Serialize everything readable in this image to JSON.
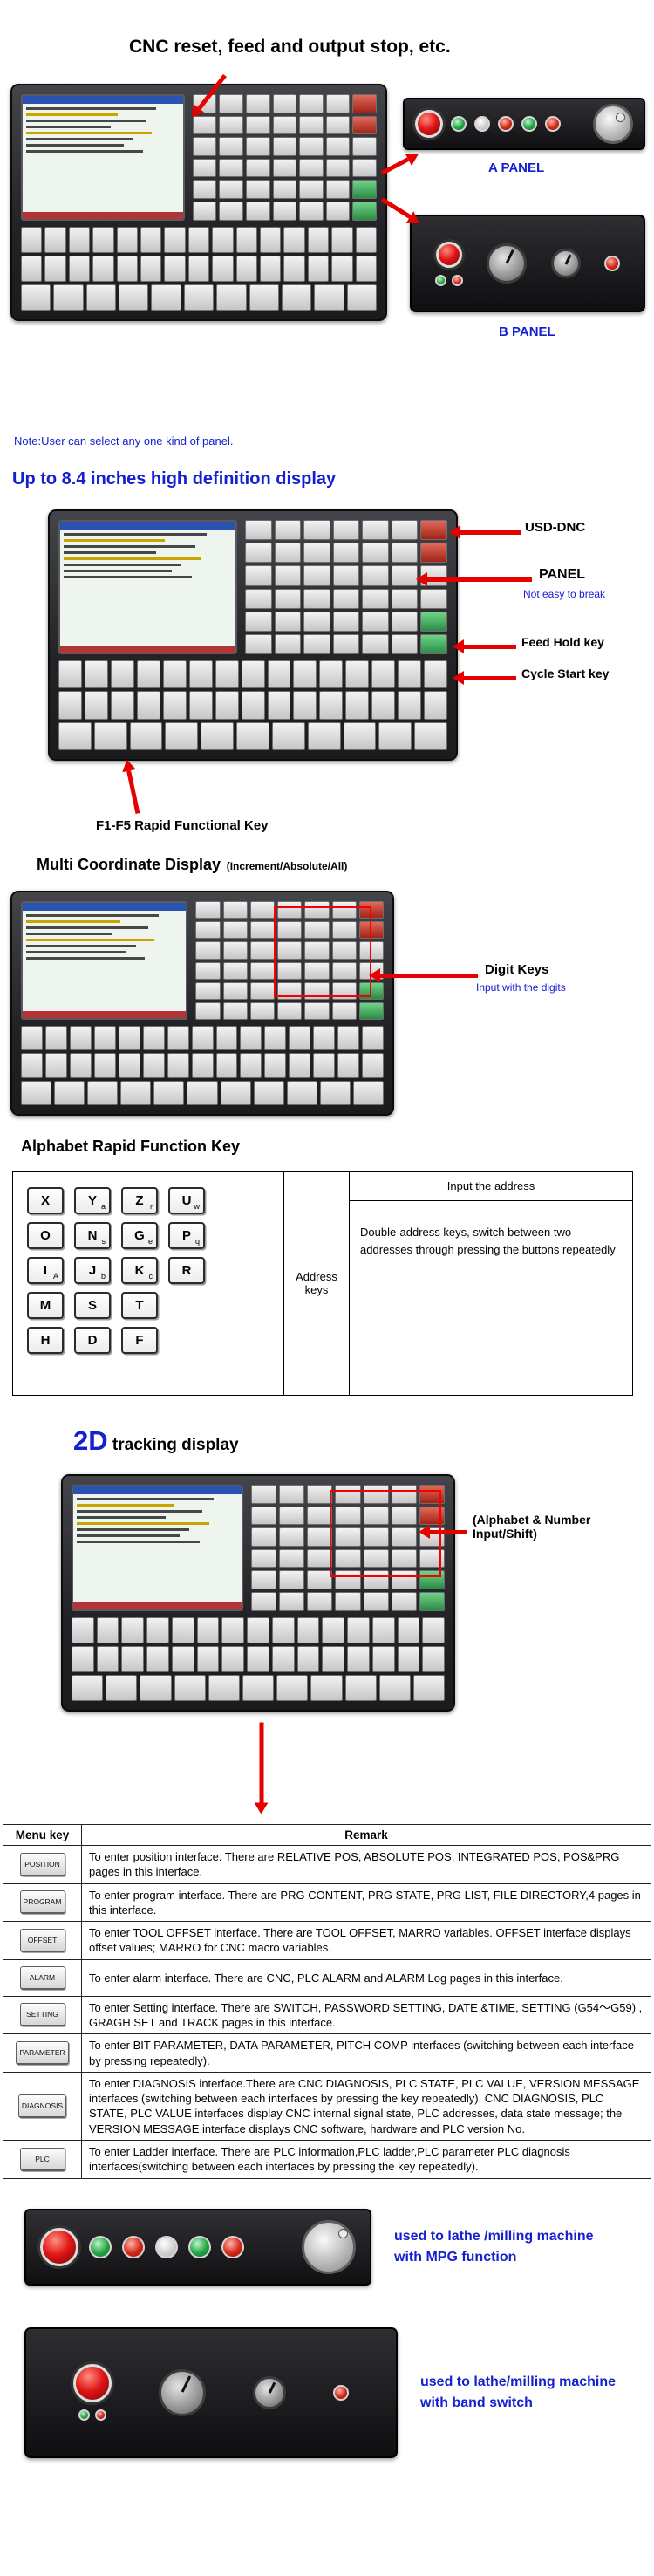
{
  "colors": {
    "accent_blue": "#1520cf",
    "arrow_red": "#e60000"
  },
  "section1": {
    "title": "CNC reset, feed and output  stop, etc.",
    "a_panel_label": "A PANEL",
    "b_panel_label": "B PANEL",
    "note": "Note:User can select any one kind of panel."
  },
  "section2": {
    "heading": "Up to 8.4 inches high definition display",
    "callout_usb": "USD-DNC",
    "callout_panel": "PANEL",
    "callout_panel_sub": "Not easy to break",
    "callout_feed_hold": "Feed Hold key",
    "callout_cycle_start": "Cycle Start key",
    "f_keys_label": "F1-F5 Rapid Functional Key"
  },
  "section3": {
    "heading": "Multi Coordinate Display",
    "heading_sub": "_(Increment/Absolute/All)",
    "digit_keys_label": "Digit Keys",
    "digit_keys_sub": "Input with the digits"
  },
  "section4": {
    "heading": "Alphabet Rapid Function Key",
    "keys": [
      [
        {
          "m": "X",
          "s": ""
        },
        {
          "m": "Y",
          "s": "a"
        },
        {
          "m": "Z",
          "s": "r"
        },
        {
          "m": "U",
          "s": "w"
        }
      ],
      [
        {
          "m": "O",
          "s": ""
        },
        {
          "m": "N",
          "s": "s"
        },
        {
          "m": "G",
          "s": "e"
        },
        {
          "m": "P",
          "s": "q"
        }
      ],
      [
        {
          "m": "I",
          "s": "A"
        },
        {
          "m": "J",
          "s": "b"
        },
        {
          "m": "K",
          "s": "c"
        },
        {
          "m": "R",
          "s": ""
        }
      ],
      [
        {
          "m": "M",
          "s": ""
        },
        {
          "m": "S",
          "s": ""
        },
        {
          "m": "T",
          "s": ""
        }
      ],
      [
        {
          "m": "H",
          "s": ""
        },
        {
          "m": "D",
          "s": ""
        },
        {
          "m": "F",
          "s": ""
        }
      ]
    ],
    "address_keys_label": "Address keys",
    "input_header": "Input the address",
    "description": "Double-address keys, switch between two\naddresses through pressing the buttons repeatedly"
  },
  "section5": {
    "heading_2d": "2D",
    "heading_rest": " tracking display",
    "callout": "(Alphabet & Number\nInput/Shift)"
  },
  "menu_table": {
    "headers": [
      "Menu key",
      "Remark"
    ],
    "rows": [
      {
        "key": "POSITION",
        "remark": "To enter position interface. There are RELATIVE POS, ABSOLUTE POS, INTEGRATED POS, POS&PRG pages in this interface."
      },
      {
        "key": "PROGRAM",
        "remark": "To enter program interface. There are PRG CONTENT, PRG STATE, PRG LIST, FILE DIRECTORY,4 pages in this interface."
      },
      {
        "key": "OFFSET",
        "remark": "To enter TOOL OFFSET interface. There are TOOL OFFSET, MARRO variables. OFFSET interface displays offset values; MARRO for CNC macro variables."
      },
      {
        "key": "ALARM",
        "remark": "To enter alarm interface. There are CNC, PLC ALARM and ALARM Log pages in this interface."
      },
      {
        "key": "SETTING",
        "remark": "To enter Setting interface. There are SWITCH, PASSWORD SETTING, DATE &TIME, SETTING (G54～G59) , GRAGH SET and TRACK pages in this interface."
      },
      {
        "key": "PARAMETER",
        "remark": "To enter BIT PARAMETER, DATA PARAMETER, PITCH COMP interfaces (switching between each interface by pressing repeatedly)."
      },
      {
        "key": "DIAGNOSIS",
        "remark": "To enter DIAGNOSIS interface.There are CNC DIAGNOSIS, PLC STATE, PLC VALUE, VERSION MESSAGE interfaces (switching between each interfaces by pressing the key repeatedly). CNC DIAGNOSIS, PLC STATE, PLC VALUE interfaces display CNC internal signal state, PLC addresses, data state message; the VERSION MESSAGE interface displays CNC software, hardware and PLC version No."
      },
      {
        "key": "PLC",
        "remark": "To enter Ladder interface. There are PLC information,PLC ladder,PLC parameter PLC diagnosis interfaces(switching between each interfaces by pressing the key repeatedly)."
      }
    ]
  },
  "bottom": {
    "mpg_caption": "used to lathe /milling machine\nwith MPG function",
    "band_caption": "used to lathe/milling machine\n with band switch"
  },
  "panels": {
    "a_buttons": [
      "green",
      "white",
      "red",
      "green",
      "red"
    ],
    "mpg_buttons": [
      "green",
      "red",
      "white",
      "green",
      "red"
    ]
  }
}
